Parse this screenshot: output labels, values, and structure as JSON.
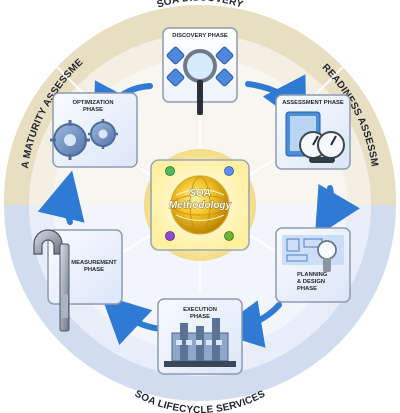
{
  "title_top": "SOA DISCOVERY",
  "title_bottom": "SOA LIFECYCLE SERVICES",
  "title_left": "SOA MATURITY ASSESSMENT",
  "title_right": "SOA READINESS ASSESSMENT",
  "center": {
    "line1": "SOA",
    "line2": "Methodology"
  },
  "phases": {
    "discovery": "DISCOVERY PHASE",
    "assessment": "ASSESSMENT PHASE",
    "planning": "PLANNING & DESIGN PHASE",
    "execution": "EXECUTION PHASE",
    "measurement": "MEASUREMENT PHASE",
    "optimization": "OPTIMIZATION PHASE"
  },
  "colors": {
    "top_band": "#e7ddbf",
    "lower_band": "#cfdcef",
    "arrow": "#2f7bd4",
    "center_glow": "#fff6bc"
  }
}
